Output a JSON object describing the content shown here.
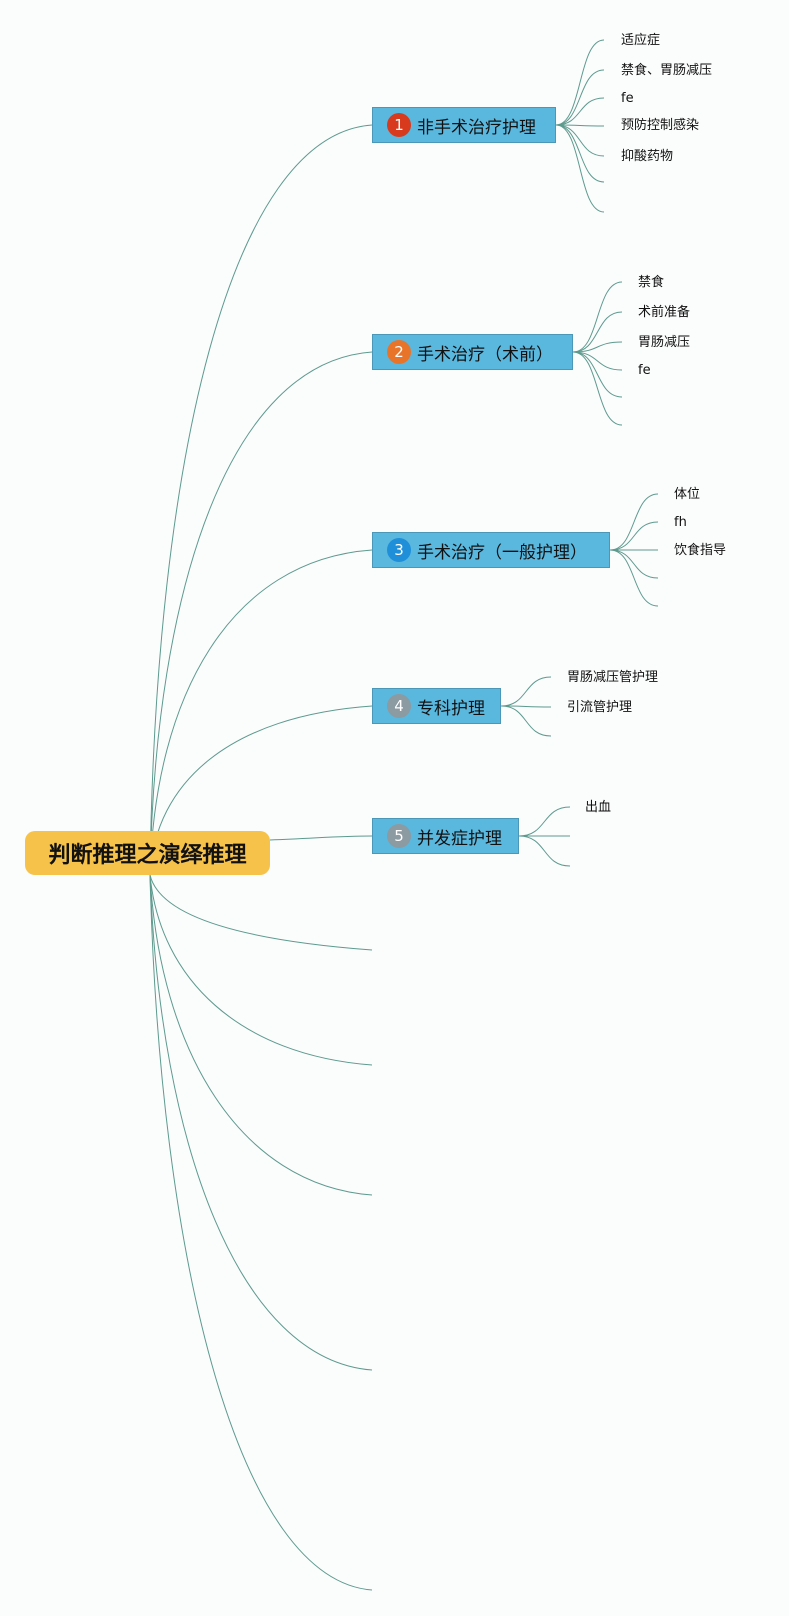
{
  "colors": {
    "edge": "#5d9a8e",
    "root_bg": "#f6c24a",
    "branch_bg": "#5ab8df",
    "badge_1": "#d83a1e",
    "badge_2": "#e8742a",
    "badge_3": "#1e8fd8",
    "badge_4": "#8c9aa2",
    "badge_5": "#8c9aa2"
  },
  "root": {
    "label": "判断推理之演绎推理"
  },
  "branches": [
    {
      "number": "1",
      "label": "非手术治疗护理",
      "leaves": [
        "适应症",
        "禁食、胃肠减压",
        "fe",
        "预防控制感染",
        "抑酸药物",
        "",
        ""
      ]
    },
    {
      "number": "2",
      "label": "手术治疗（术前）",
      "leaves": [
        "禁食",
        "术前准备",
        "胃肠减压",
        "fe",
        "",
        ""
      ]
    },
    {
      "number": "3",
      "label": "手术治疗（一般护理）",
      "leaves": [
        "体位",
        "fh",
        "饮食指导",
        "",
        ""
      ]
    },
    {
      "number": "4",
      "label": "专科护理",
      "leaves": [
        "胃肠减压管护理",
        "引流管护理",
        ""
      ]
    },
    {
      "number": "5",
      "label": "并发症护理",
      "leaves": [
        "出血",
        "",
        ""
      ]
    }
  ]
}
